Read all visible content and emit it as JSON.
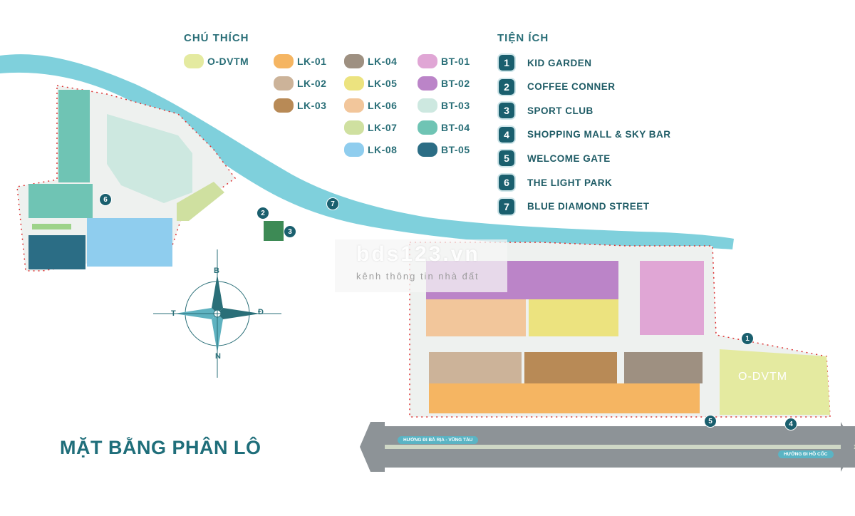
{
  "legend": {
    "title": "CHÚ THÍCH",
    "items": [
      {
        "label": "O-DVTM",
        "color": "#e4eaa0"
      },
      {
        "label": "LK-01",
        "color": "#f5b562"
      },
      {
        "label": "LK-02",
        "color": "#ccb399"
      },
      {
        "label": "LK-03",
        "color": "#b88a56"
      },
      {
        "label": "LK-04",
        "color": "#9e9081"
      },
      {
        "label": "LK-05",
        "color": "#ece37f"
      },
      {
        "label": "LK-06",
        "color": "#f2c69b"
      },
      {
        "label": "LK-07",
        "color": "#cfe0a0"
      },
      {
        "label": "LK-08",
        "color": "#8fcdee"
      },
      {
        "label": "BT-01",
        "color": "#e0a6d5"
      },
      {
        "label": "BT-02",
        "color": "#bb84c8"
      },
      {
        "label": "BT-03",
        "color": "#cde8e0"
      },
      {
        "label": "BT-04",
        "color": "#6fc4b4"
      },
      {
        "label": "BT-05",
        "color": "#2b6d85"
      }
    ]
  },
  "amenities": {
    "title": "TIỆN ÍCH",
    "items": [
      {
        "num": "1",
        "label": "KID GARDEN"
      },
      {
        "num": "2",
        "label": "COFFEE CONNER"
      },
      {
        "num": "3",
        "label": "SPORT CLUB"
      },
      {
        "num": "4",
        "label": "SHOPPING MALL & SKY BAR"
      },
      {
        "num": "5",
        "label": "WELCOME GATE"
      },
      {
        "num": "6",
        "label": "THE LIGHT PARK"
      },
      {
        "num": "7",
        "label": "BLUE DIAMOND STREET"
      }
    ]
  },
  "page_title": "MẶT BẰNG PHÂN LÔ",
  "watermark": {
    "main": "bds123.vn",
    "sub": "kênh thông tin nhà đất"
  },
  "roads": {
    "left": "HƯỚNG ĐI BÀ RỊA - VŨNG TÀU",
    "right": "HƯỚNG ĐI HỒ CỐC"
  },
  "map_markers": [
    "1",
    "2",
    "3",
    "4",
    "5",
    "6",
    "7"
  ],
  "compass": {
    "north": "B",
    "south": "N",
    "east": "Đ",
    "west": "T"
  },
  "zone_label": "O-DVTM",
  "colors": {
    "river": "#7fd0dc",
    "road": "#8d9397",
    "accent": "#1a5f6e"
  }
}
